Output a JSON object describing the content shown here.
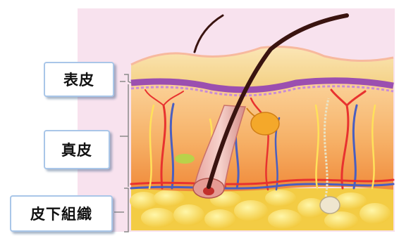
{
  "labels": {
    "epidermis": "表皮",
    "dermis": "真皮",
    "subcutaneous": "皮下組織"
  },
  "colors": {
    "background_panel": "#f8e2ee",
    "epidermis": "#f4d38a",
    "basal_layer": "#9b4fb0",
    "dermis": "#f4a44e",
    "subcutaneous_fat": "#f7d84a",
    "hair": "#3a1410",
    "artery": "#e8322f",
    "vein": "#4a5fc0",
    "nerve": "#ffe15a",
    "label_border": "#a9c6e8"
  }
}
